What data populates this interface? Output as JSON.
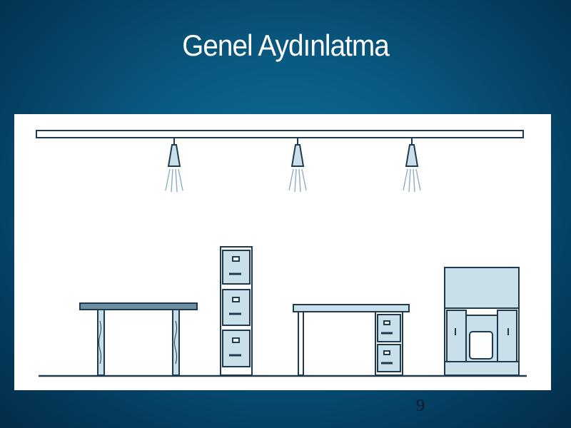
{
  "slide": {
    "title": "Genel Aydınlatma",
    "page_number": "9"
  },
  "illustration": {
    "ceiling_lights": 3,
    "furniture": [
      "table",
      "filing-cabinet",
      "desk",
      "cabinet"
    ]
  },
  "colors": {
    "background": "#0a5a82",
    "line": "#1f3a4d",
    "fill": "#c9dfea"
  }
}
